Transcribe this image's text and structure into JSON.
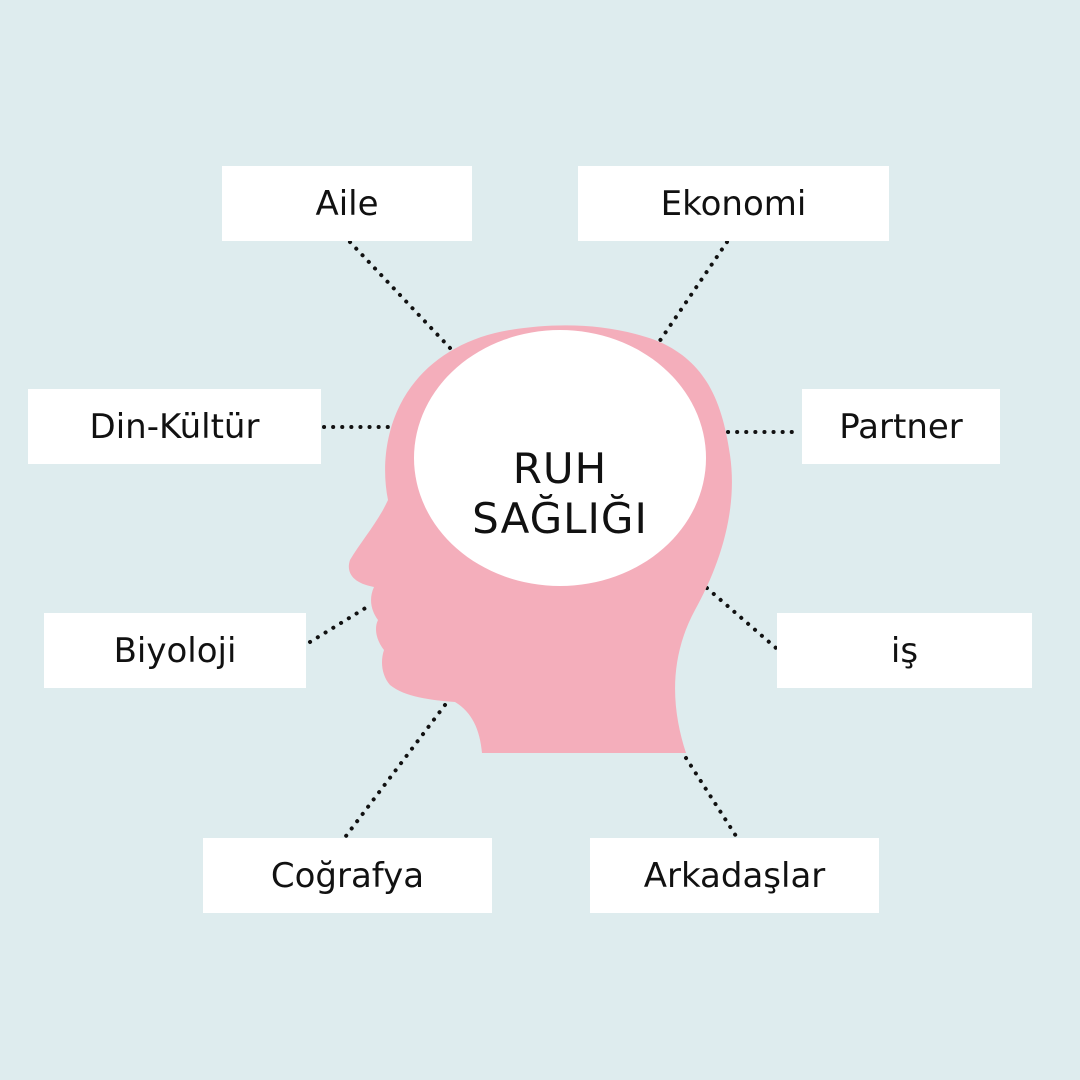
{
  "colors": {
    "background": "#deecee",
    "head": "#f4aebb",
    "box": "#ffffff",
    "text": "#111111",
    "connector": "#111111"
  },
  "center": {
    "line1": "RUH",
    "line2": "SAĞLIĞI"
  },
  "nodes": {
    "aile": "Aile",
    "ekonomi": "Ekonomi",
    "din_kultur": "Din-Kültür",
    "partner": "Partner",
    "biyoloji": "Biyoloji",
    "is": "iş",
    "cografya": "Coğrafya",
    "arkadaslar": "Arkadaşlar"
  }
}
